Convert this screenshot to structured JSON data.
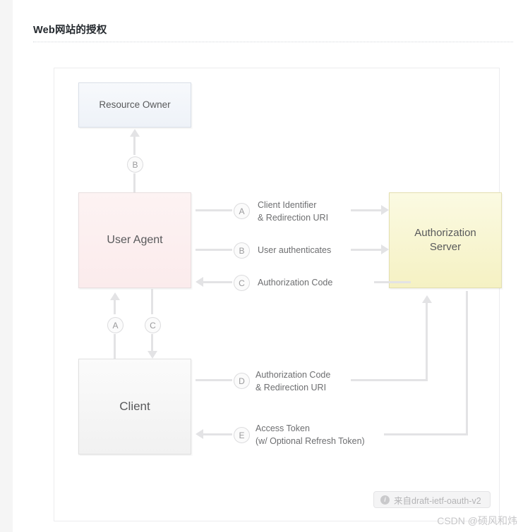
{
  "page": {
    "title": "Web网站的授权"
  },
  "diagram": {
    "nodes": {
      "resource_owner": "Resource Owner",
      "user_agent": "User Agent",
      "client": "Client",
      "authorization_server": "Authorization\nServer"
    },
    "steps": [
      {
        "key": "A",
        "badge": "A",
        "text": "Client Identifier\n& Redirection URI"
      },
      {
        "key": "B",
        "badge": "B",
        "text": "User authenticates"
      },
      {
        "key": "C",
        "badge": "C",
        "text": "Authorization Code"
      },
      {
        "key": "D",
        "badge": "D",
        "text": "Authorization Code\n& Redirection URI"
      },
      {
        "key": "E",
        "badge": "E",
        "text": "Access Token\n(w/ Optional Refresh Token)"
      }
    ],
    "side_badges": {
      "resource_owner_up": "B",
      "client_up": "A",
      "client_down": "C"
    },
    "source_badge": {
      "icon": "info-icon",
      "label": "来自draft-ietf-oauth-v2"
    }
  },
  "watermark": "CSDN @硕风和炜",
  "colors": {
    "accent_resource_owner": "#eef2f8",
    "accent_user_agent": "#fbebec",
    "accent_auth_server": "#f5f1c3",
    "accent_client": "#f1f1f1",
    "connector": "#e3e3e5"
  }
}
